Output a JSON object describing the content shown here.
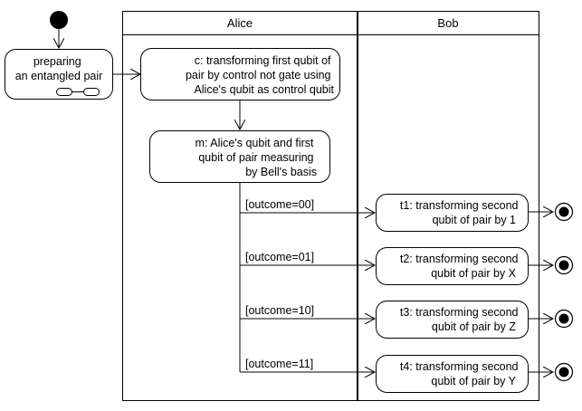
{
  "lanes": {
    "alice": "Alice",
    "bob": "Bob"
  },
  "nodes": {
    "prep": [
      "preparing",
      "an entangled pair"
    ],
    "c": [
      "c: transforming first qubit of",
      "pair by control not gate using",
      "Alice's qubit as control qubit"
    ],
    "m": [
      "m: Alice's qubit and first",
      "qubit of pair measuring",
      "by Bell's basis"
    ],
    "t1": [
      "t1: transforming second",
      "qubit of pair by 1"
    ],
    "t2": [
      "t2: transforming second",
      "qubit of pair by X"
    ],
    "t3": [
      "t3: transforming second",
      "qubit of pair by Z"
    ],
    "t4": [
      "t4: transforming second",
      "qubit of pair by Y"
    ]
  },
  "guards": {
    "g00": "[outcome=00]",
    "g01": "[outcome=01]",
    "g10": "[outcome=10]",
    "g11": "[outcome=11]"
  }
}
